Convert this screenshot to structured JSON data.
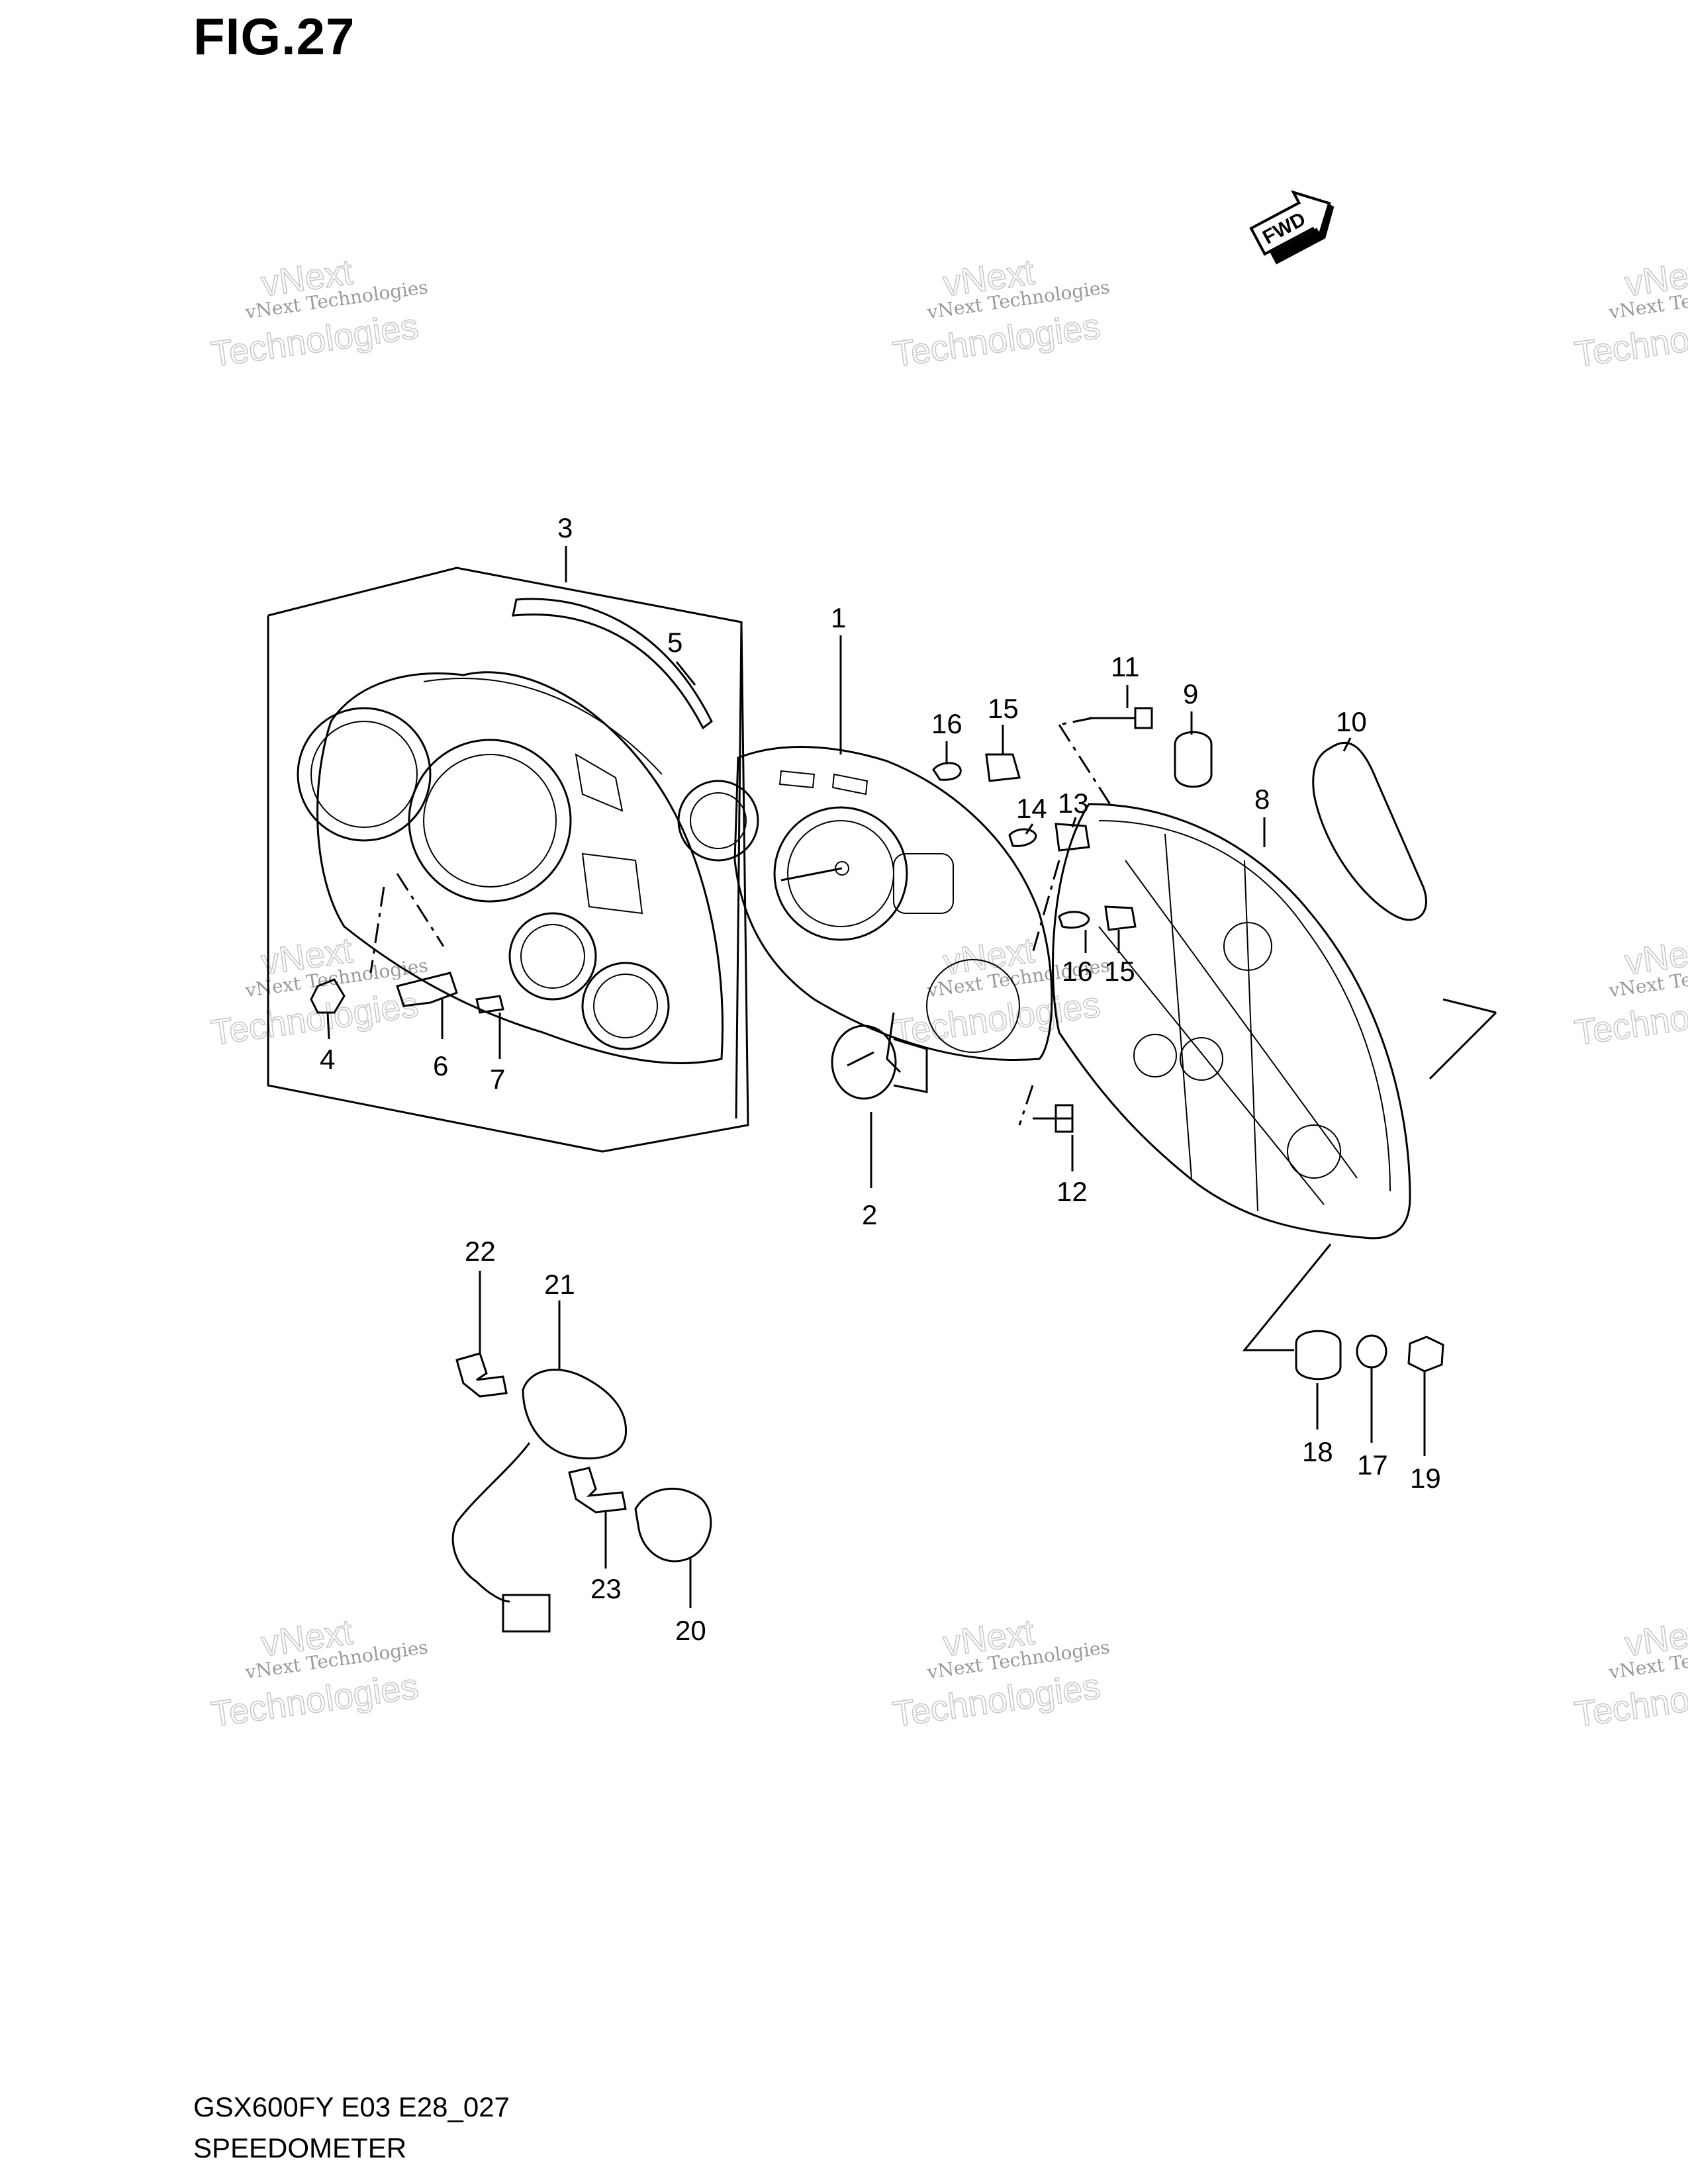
{
  "figure": {
    "title": "FIG.27",
    "model_code": "GSX600FY E03 E28_027",
    "section_name": "SPEEDOMETER"
  },
  "direction_badge": "FWD",
  "watermark": {
    "line1": "vNext",
    "line2": "vNext Technologies",
    "line3": "Technologies"
  },
  "callouts": [
    "1",
    "2",
    "3",
    "4",
    "5",
    "6",
    "7",
    "8",
    "9",
    "10",
    "11",
    "12",
    "13",
    "14",
    "15",
    "15",
    "16",
    "16",
    "17",
    "18",
    "19",
    "20",
    "21",
    "22",
    "23"
  ]
}
